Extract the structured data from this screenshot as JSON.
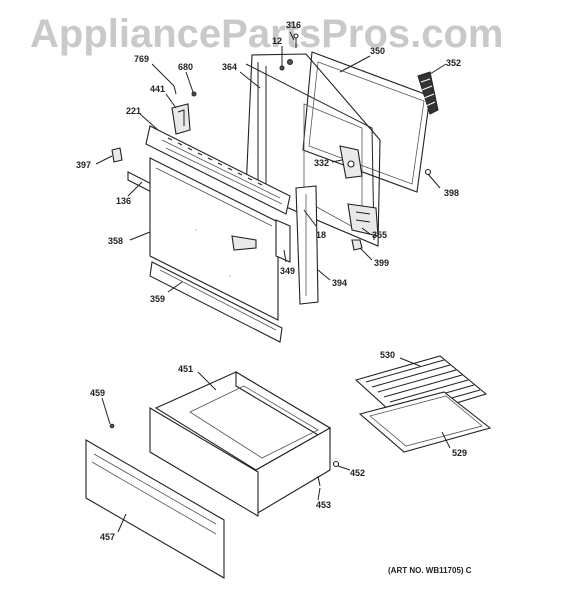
{
  "watermark": "AppliancePartsPros.com",
  "art_number": "(ART NO. WB11705) C",
  "callouts": {
    "p316": "316",
    "p12": "12",
    "p350": "350",
    "p352": "352",
    "p769": "769",
    "p680": "680",
    "p364": "364",
    "p441": "441",
    "p221": "221",
    "p397": "397",
    "p136": "136",
    "p332": "332",
    "p398": "398",
    "p18": "18",
    "p355": "355",
    "p358": "358",
    "p399": "399",
    "p349": "349",
    "p394": "394",
    "p359": "359",
    "p530": "530",
    "p451": "451",
    "p459": "459",
    "p529": "529",
    "p452": "452",
    "p453": "453",
    "p457": "457"
  }
}
